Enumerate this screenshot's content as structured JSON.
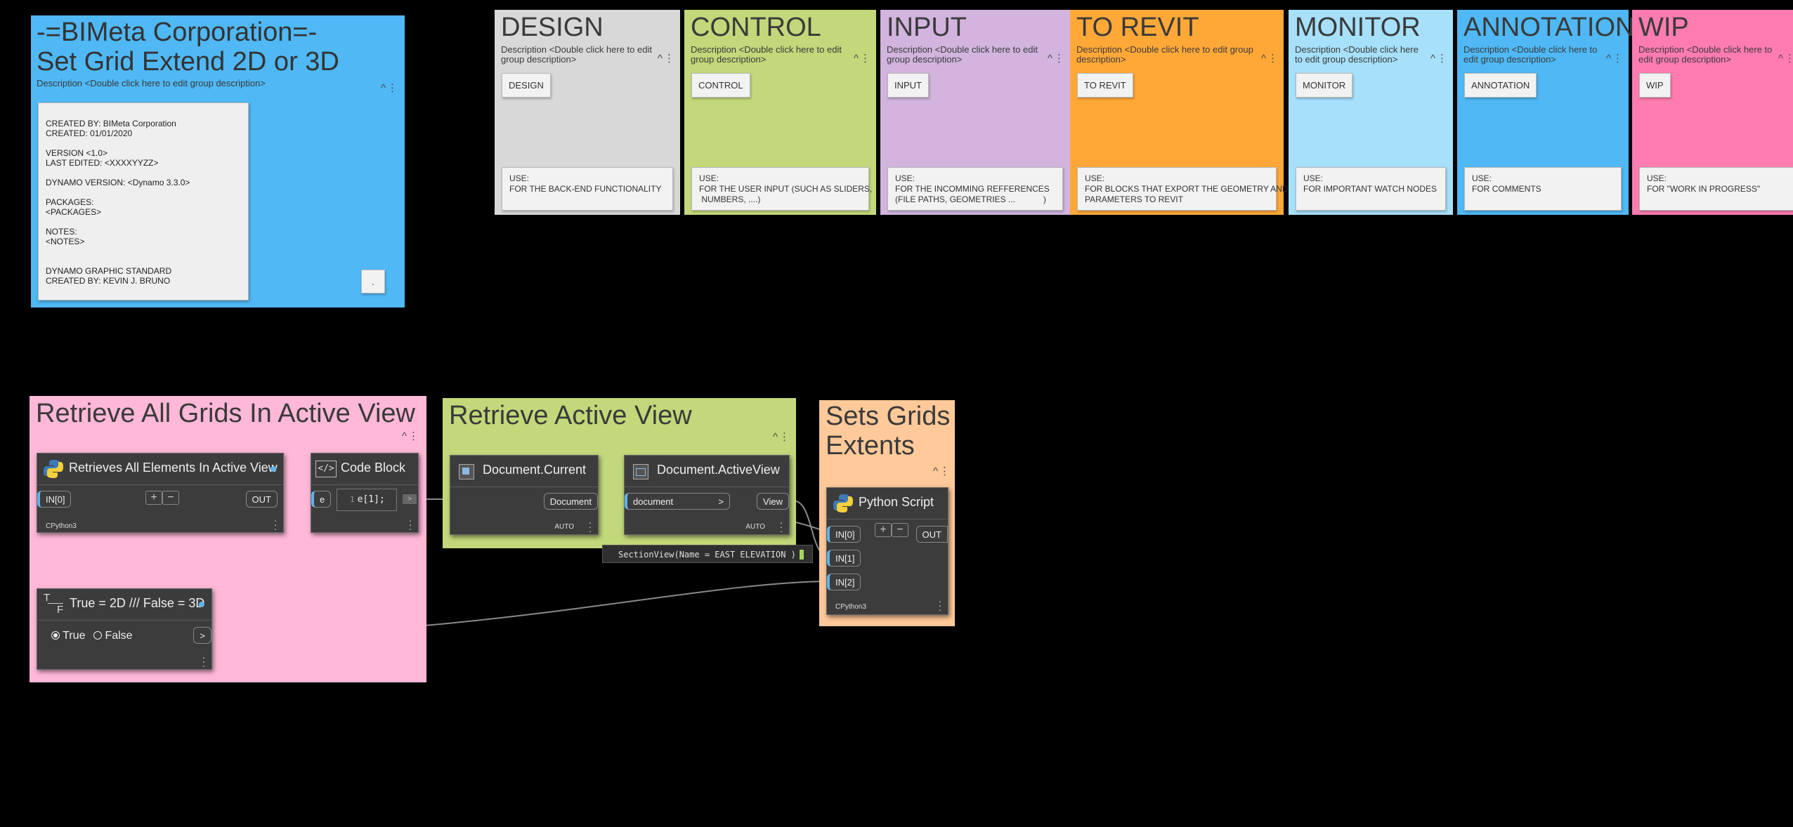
{
  "legend_groups": [
    {
      "title": "DESIGN",
      "description": "Description <Double click here to edit group description>",
      "chip": "DESIGN",
      "use": "USE:\nFOR THE BACK-END FUNCTIONALITY",
      "color": "#d8d8d8"
    },
    {
      "title": "CONTROL",
      "description": "Description <Double click here to edit group description>",
      "chip": "CONTROL",
      "use": "USE:\nFOR THE USER INPUT (SUCH AS SLIDERS,\n NUMBERS, ....)",
      "color": "#c2d87a"
    },
    {
      "title": "INPUT",
      "description": "Description <Double click here to edit group description>",
      "chip": "INPUT",
      "use": "USE:\nFOR THE INCOMMING REFFERENCES\n(FILE PATHS, GEOMETRIES ...            )",
      "color": "#d2b4de"
    },
    {
      "title": "TO REVIT",
      "description": "Description <Double click here to edit group description>",
      "chip": "TO REVIT",
      "use": "USE:\nFOR BLOCKS THAT EXPORT THE GEOMETRY AND\nPARAMETERS TO REVIT",
      "color": "#ffa838"
    },
    {
      "title": "MONITOR",
      "description": "Description <Double click here to edit group description>",
      "chip": "MONITOR",
      "use": "USE:\nFOR IMPORTANT WATCH NODES",
      "color": "#a6e0fa"
    },
    {
      "title": "ANNOTATION",
      "description": "Description <Double click here to edit group description>",
      "chip": "ANNOTATION",
      "use": "USE:\nFOR COMMENTS",
      "color": "#4fb8f5"
    },
    {
      "title": "WIP",
      "description": "Description <Double click here to edit group description>",
      "chip": "WIP",
      "use": "USE:\nFOR \"WORK IN PROGRESS\"",
      "color": "#fe7cb0"
    }
  ],
  "header_group": {
    "title_line1": "-=BIMeta Corporation=-",
    "title_line2": "Set Grid Extend 2D or 3D",
    "description": "Description <Double click here to edit group description>",
    "info_lines": [
      "CREATED BY: BIMeta Corporation",
      "CREATED: 01/01/2020",
      "",
      "VERSION <1.0>",
      "LAST EDITED: <XXXXYYZZ>",
      "",
      "DYNAMO VERSION: <Dynamo 3.3.0>",
      "",
      "PACKAGES:",
      "<PACKAGES>",
      "",
      "NOTES:",
      "<NOTES>",
      "",
      "",
      "DYNAMO GRAPHIC STANDARD",
      "CREATED BY: KEVIN J. BRUNO"
    ],
    "small_note": "."
  },
  "groups": {
    "retrieve_grids": {
      "title": "Retrieve All Grids In Active View"
    },
    "retrieve_view": {
      "title": "Retrieve Active View"
    },
    "sets_grids": {
      "title_line1": "Sets Grids",
      "title_line2": "Extents"
    }
  },
  "nodes": {
    "retrieve_elements": {
      "title": "Retrieves All Elements In Active View",
      "input": "IN[0]",
      "output": "OUT",
      "badge": "CPython3"
    },
    "code_block": {
      "title": "Code Block",
      "input": "e",
      "line_no": "1",
      "code": "e[1];",
      "output": ">"
    },
    "boolean": {
      "title": "True = 2D /// False = 3D",
      "icon_top": "T",
      "icon_bottom": "F",
      "opt_true": "True",
      "opt_false": "False",
      "output": ">"
    },
    "doc_current": {
      "title": "Document.Current",
      "output": "Document",
      "lacing": "AUTO"
    },
    "doc_activeview": {
      "title": "Document.ActiveView",
      "input": "document",
      "input_arrow": ">",
      "output": "View",
      "lacing": "AUTO",
      "preview": "SectionView(Name = EAST ELEVATION )"
    },
    "python_script": {
      "title": "Python Script",
      "inputs": [
        "IN[0]",
        "IN[1]",
        "IN[2]"
      ],
      "output": "OUT",
      "badge": "CPython3"
    }
  },
  "colors": {
    "pink": "#ffb8d8",
    "green": "#c2d87a",
    "peach": "#ffc999",
    "blue": "#4fb8f5",
    "wire": "#8a8a8a",
    "port_accent": "#5fb3ea"
  }
}
